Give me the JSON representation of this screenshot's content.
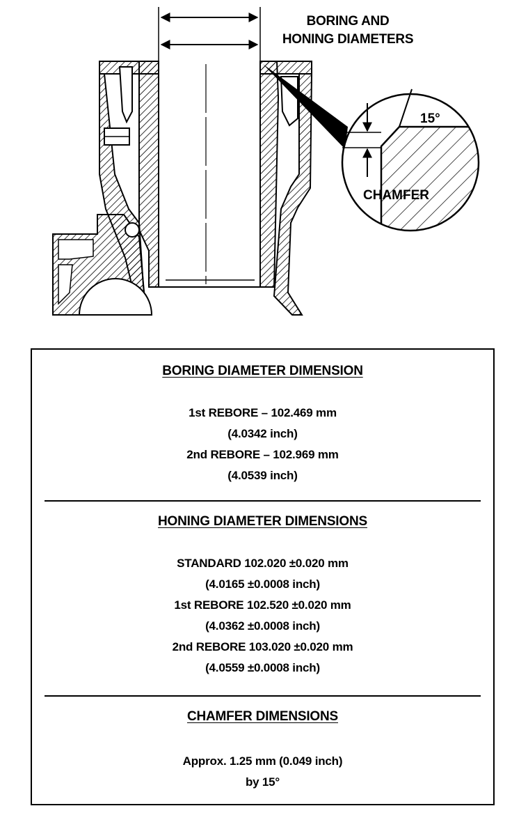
{
  "diagram": {
    "callout_lines": [
      "BORING AND",
      "HONING DIAMETERS"
    ],
    "angle_label": "15°",
    "chamfer_label": "CHAMFER"
  },
  "specs": {
    "boring": {
      "title": "BORING DIAMETER DIMENSION",
      "lines": [
        "1st REBORE – 102.469 mm",
        "(4.0342 inch)",
        "2nd REBORE – 102.969 mm",
        "(4.0539 inch)"
      ]
    },
    "honing": {
      "title": "HONING DIAMETER DIMENSIONS",
      "lines": [
        "STANDARD 102.020 ±0.020 mm",
        "(4.0165 ±0.0008 inch)",
        "1st REBORE 102.520 ±0.020 mm",
        "(4.0362 ±0.0008 inch)",
        "2nd REBORE 103.020 ±0.020 mm",
        "(4.0559 ±0.0008 inch)"
      ]
    },
    "chamfer": {
      "title": "CHAMFER DIMENSIONS",
      "lines": [
        "Approx. 1.25 mm (0.049 inch)",
        "by 15°"
      ]
    }
  }
}
